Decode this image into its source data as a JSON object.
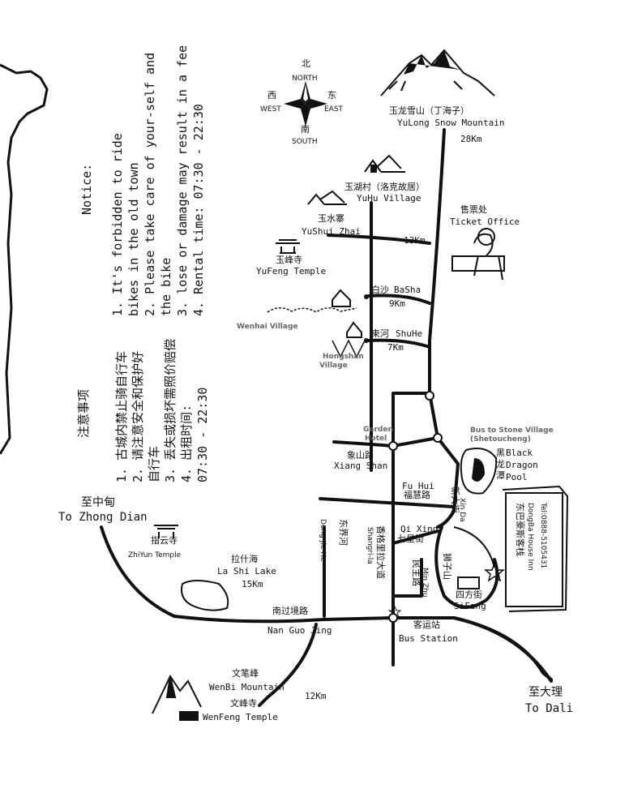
{
  "compass": {
    "north_cn": "北",
    "north": "NORTH",
    "south_cn": "南",
    "south": "SOUTH",
    "west_cn": "西",
    "west": "WEST",
    "east_cn": "东",
    "east": "EAST"
  },
  "mountains": {
    "yulong_cn": "玉龙雪山（丁海子）",
    "yulong": "YuLong Snow Mountain",
    "wenbi_cn": "文笔峰",
    "wenbi": "WenBi Mountain",
    "wenfeng_cn": "文峰寺",
    "wenfeng": "WenFeng Temple"
  },
  "villages": {
    "yuhu_cn": "玉湖村（洛克故居）",
    "yuhu": "YuHu Village",
    "yushui_cn": "玉水寨",
    "yushui": "YuShui Zhai",
    "yufeng_cn": "玉峰寺",
    "yufeng": "YuFeng Temple",
    "basha_cn": "白沙",
    "basha": "BaSha",
    "shuhe_cn": "束河",
    "shuhe": "ShuHe",
    "wenhai": "Wenhai Village",
    "hongshan1": "Hongshan",
    "hongshan2": "Village"
  },
  "distances": {
    "yulong": "28Km",
    "yushui": "13Km",
    "basha": "9Km",
    "shuhe": "7Km",
    "lashi": "15Km",
    "wenbi": "12Km"
  },
  "ticket": {
    "cn": "售票处",
    "en": "Ticket Office"
  },
  "hotel": {
    "line1": "Garden",
    "line2": "Hotel"
  },
  "bus_stone": {
    "line1": "Bus to Stone Village",
    "line2": "(Shetoucheng)"
  },
  "black_dragon": {
    "cn1": "黑",
    "cn2": "龙",
    "cn3": "潭",
    "en1": "Black",
    "en2": "Dragon",
    "en3": "Pool"
  },
  "streets": {
    "xiangshan_cn": "象山路",
    "xiangshan": "Xiang Shan",
    "fuhui": "Fu Hui",
    "fuhui_cn": "福慧路",
    "qixing": "Qi Xing",
    "qixing_cn": "七星街",
    "xinda_cn": "新大街",
    "xinda": "Xin Da",
    "dongjie_cn": "东界河",
    "dongjie": "Dong Jie He",
    "shangrila_cn": "香格里拉大道",
    "shangrila": "Shangri-la",
    "minzhu_cn": "民主路",
    "minzhu": "Min Zhu",
    "shizi_cn": "狮子山",
    "sifang_cn": "四方街",
    "sifang": "SiFang",
    "nanguo_cn": "南过境路",
    "nanguo": "Nan Guo Jing"
  },
  "bus_station": {
    "cn": "客运站",
    "en": "Bus Station"
  },
  "zhongdian": {
    "cn": "至中甸",
    "en": "To Zhong Dian"
  },
  "dali": {
    "cn": "至大理",
    "en": "To Dali"
  },
  "zhiyun": {
    "cn": "指云寺",
    "en": "ZhiYun Temple"
  },
  "lashi": {
    "cn": "拉什海",
    "en": "La Shi Lake"
  },
  "inn": {
    "cn": "东巴豪斯客栈",
    "en": "DongBa House Inn",
    "tel": "Tel:0888-5105431"
  },
  "notice_en": {
    "title": "Notice:",
    "n1": "1.  It's forbidden to ride",
    "n1b": "    bikes in the old town",
    "n2": "2.  Please take care of your-self and",
    "n2b": "    the bike",
    "n3": "3.  lose or damage may result in a fee",
    "n4": "4.  Rental time: 07:30 - 22:30"
  },
  "notice_cn": {
    "title": "注意事项",
    "n1": "1. 古城内禁止骑自行车",
    "n2": "2. 请注意安全和保护好",
    "n2b": "   自行车",
    "n3": "3. 丢失或损坏需照价赔偿",
    "n4": "4. 出租时间:",
    "n4b": "   07:30 - 22:30"
  }
}
